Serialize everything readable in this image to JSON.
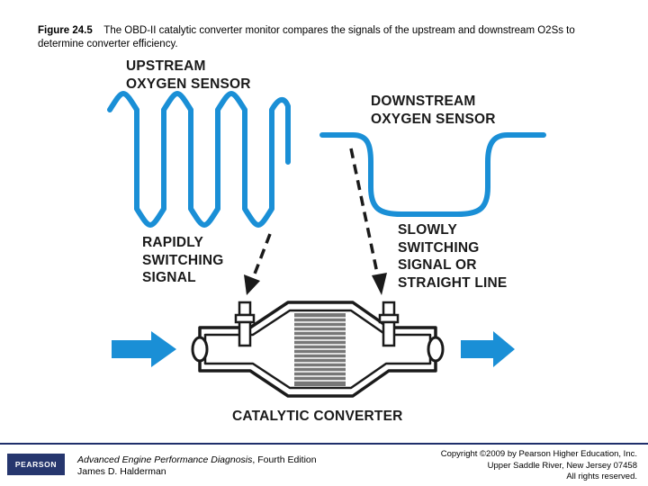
{
  "caption": {
    "figure_label": "Figure 24.5",
    "text": "The OBD-II catalytic converter monitor compares the signals of the upstream and downstream O2Ss to determine converter efficiency."
  },
  "diagram": {
    "upstream_label": "UPSTREAM\nOXYGEN SENSOR",
    "downstream_label": "DOWNSTREAM\nOXYGEN SENSOR",
    "rapid_label": "RAPIDLY\nSWITCHING\nSIGNAL",
    "slow_label": "SLOWLY\nSWITCHING\nSIGNAL OR\nSTRAIGHT LINE",
    "converter_label": "CATALYTIC CONVERTER",
    "colors": {
      "signal": "#1a8fd6",
      "arrow": "#1a8fd6",
      "ink": "#1a1a1a"
    }
  },
  "footer": {
    "logo_text": "PEARSON",
    "book_title": "Advanced Engine Performance Diagnosis",
    "edition": ", Fourth Edition",
    "author": "James D. Halderman",
    "copyright_lines": [
      "Copyright ©2009 by Pearson Higher Education, Inc.",
      "Upper Saddle River, New Jersey 07458",
      "All rights reserved."
    ]
  }
}
